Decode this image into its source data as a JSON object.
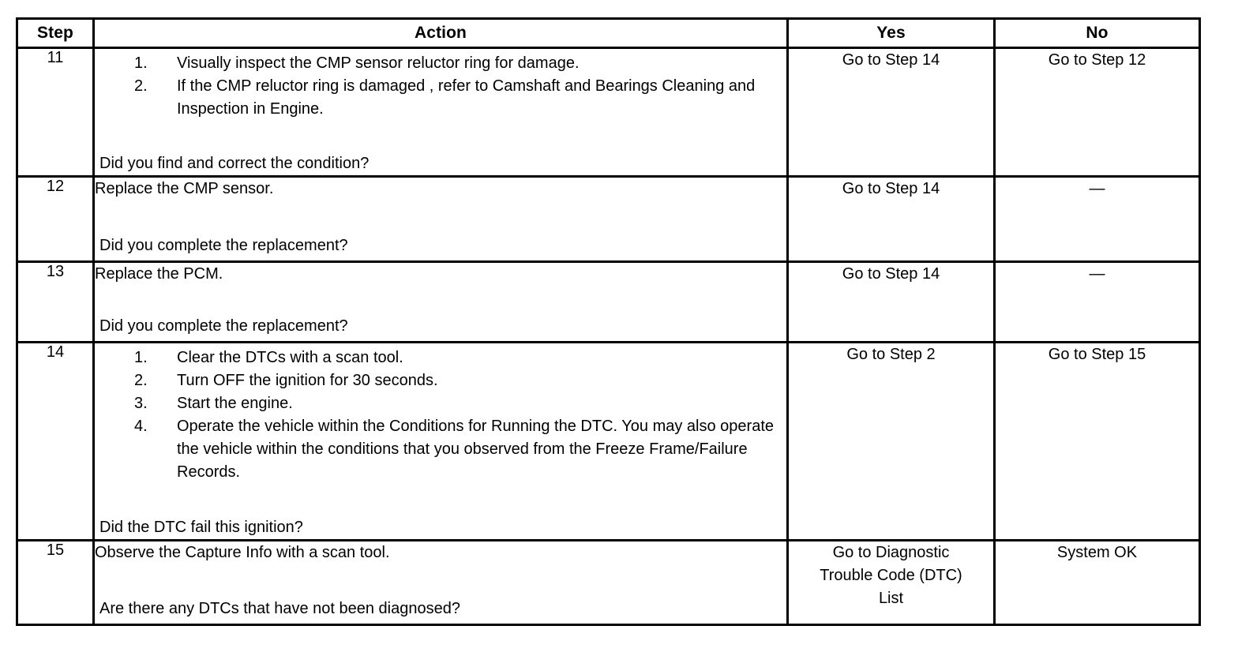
{
  "table": {
    "headers": {
      "step": "Step",
      "action": "Action",
      "yes": "Yes",
      "no": "No"
    },
    "rows": [
      {
        "step": "11",
        "list": [
          {
            "num": "1.",
            "text": "Visually inspect the CMP sensor reluctor ring for damage."
          },
          {
            "num": "2.",
            "text": "If the CMP reluctor ring is damaged , refer to Camshaft and Bearings Cleaning and Inspection in Engine."
          }
        ],
        "question": "Did you find and correct the condition?",
        "yes": "Go to Step 14",
        "no": "Go to Step 12"
      },
      {
        "step": "12",
        "statement": "Replace the CMP sensor.",
        "question": "Did you complete the replacement?",
        "yes": "Go to Step 14",
        "no": "—"
      },
      {
        "step": "13",
        "statement": "Replace the PCM.",
        "question": "Did you complete the replacement?",
        "yes": "Go to Step 14",
        "no": "—"
      },
      {
        "step": "14",
        "list": [
          {
            "num": "1.",
            "text": "Clear the DTCs with a scan tool."
          },
          {
            "num": "2.",
            "text": "Turn OFF the ignition for 30 seconds."
          },
          {
            "num": "3.",
            "text": "Start the engine."
          },
          {
            "num": "4.",
            "text": "Operate the vehicle within the Conditions for Running the DTC. You may also operate the vehicle within the conditions that you observed from the Freeze Frame/Failure Records."
          }
        ],
        "question": "Did the DTC fail this ignition?",
        "yes": "Go to Step 2",
        "no": "Go to Step 15"
      },
      {
        "step": "15",
        "statement": "Observe the Capture Info with a scan tool.",
        "question": "Are there any DTCs that have not been diagnosed?",
        "yes_lines": [
          "Go to Diagnostic",
          "Trouble Code (DTC)",
          "List"
        ],
        "no": "System OK"
      }
    ]
  },
  "colors": {
    "border": "#000000",
    "background": "#ffffff",
    "text": "#000000"
  }
}
